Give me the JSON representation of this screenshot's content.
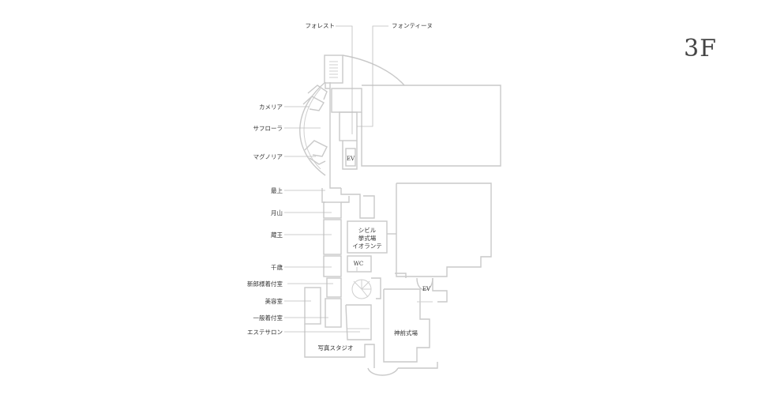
{
  "floor": "3F",
  "labels": {
    "forest": "フォレスト",
    "fontine": "フォンティーヌ",
    "camellia": "カメリア",
    "safrola": "サフローラ",
    "magnolia": "マグノリア",
    "mogami": "最上",
    "gassan": "月山",
    "zao": "蔵王",
    "chitose": "千歳",
    "groom_dressing": "新郎様着付室",
    "beauty_salon": "美容室",
    "general_dressing": "一般着付室",
    "esthetic_salon": "エステサロン",
    "photo_studio": "写真スタジオ",
    "shinto_hall": "神前式場",
    "chapel_line1": "シビル",
    "chapel_line2": "挙式場",
    "chapel_line3": "イオランテ",
    "wc": "WC",
    "ev_upper": "EV",
    "ev_lower": "EV"
  }
}
